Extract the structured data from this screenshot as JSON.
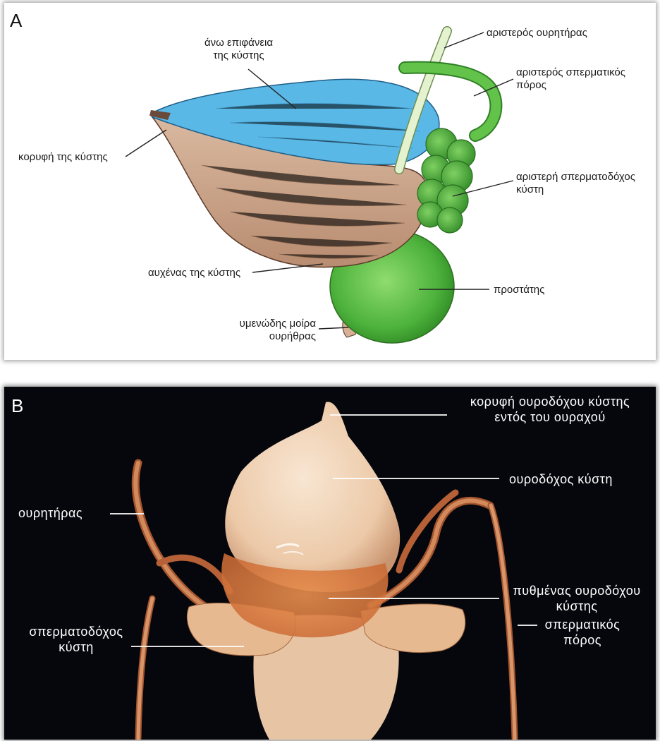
{
  "panel_a": {
    "letter": "A",
    "labels": {
      "upper_surface": [
        "άνω επιφάνεια",
        "της κύστης"
      ],
      "left_ureter": "αριστερός ουρητήρας",
      "left_vas": [
        "αριστερός σπερματικός",
        "πόρος"
      ],
      "apex": "κορυφή της κύστης",
      "left_vesicle": [
        "αριστερή σπερματοδόχος",
        "κύστη"
      ],
      "neck": "αυχένας της κύστης",
      "prostate": "προστάτης",
      "membranous_urethra": [
        "υμενώδης μοίρα",
        "ουρήθρας"
      ]
    }
  },
  "panel_b": {
    "letter": "B",
    "labels": {
      "apex_urachus": [
        "κορυφή ουροδόχου κύστης",
        "εντός του ουραχού"
      ],
      "bladder": "ουροδόχος κύστη",
      "ureter": "ουρητήρας",
      "fundus": [
        "πυθμένας ουροδόχου",
        "κύστης"
      ],
      "seminal_vesicle": [
        "σπερματοδόχος",
        "κύστη"
      ],
      "vas_deferens": [
        "σπερματικός",
        "πόρος"
      ]
    }
  },
  "colors": {
    "bladder_top": "#5ab8e6",
    "bladder_body": "#c9a48a",
    "gland_green": "#58b848",
    "photo_background": "#05070d",
    "tissue": "#e8c8a6"
  }
}
